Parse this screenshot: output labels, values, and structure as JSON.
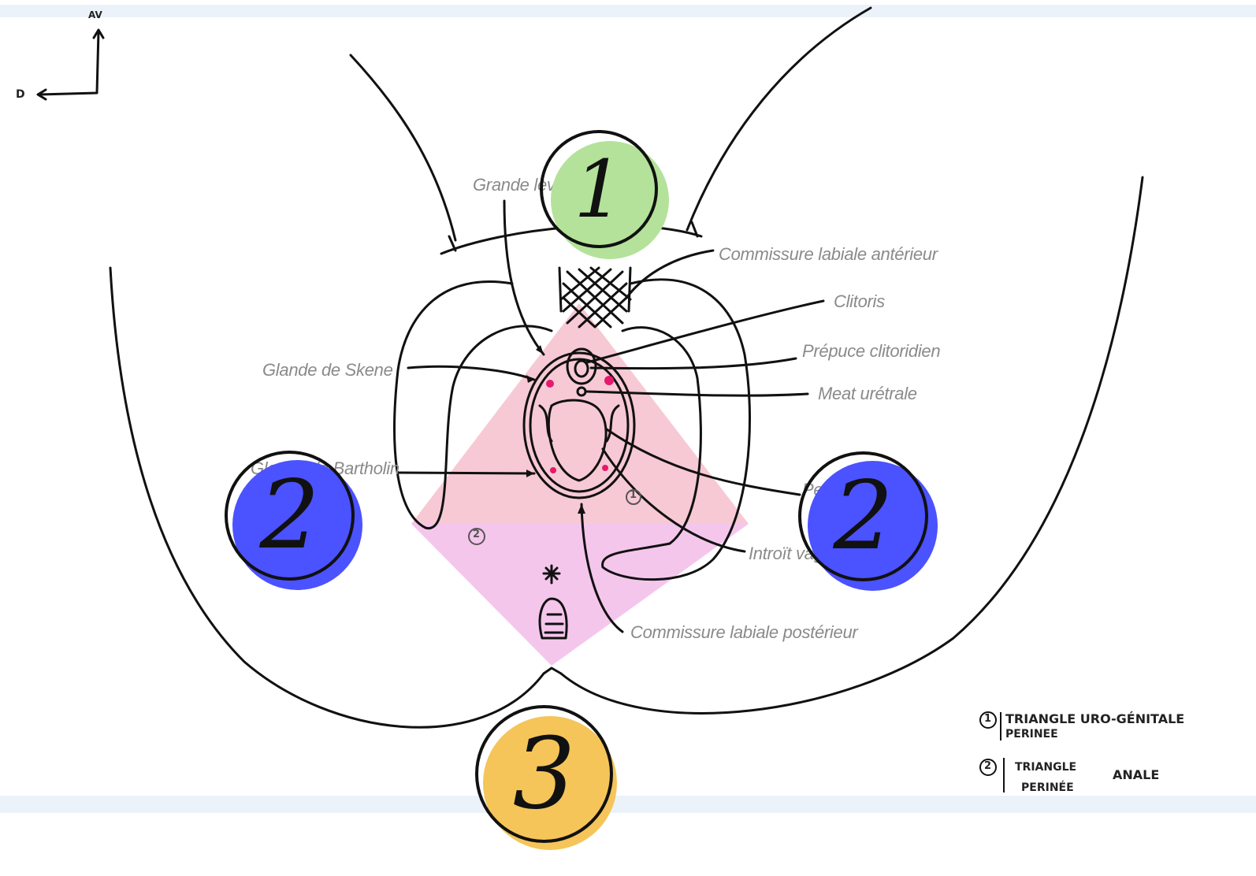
{
  "orientation": {
    "up": "AV",
    "left": "D"
  },
  "labels": {
    "grande": "Grande lèvre",
    "commissure_ant": "Commissure labiale antérieur",
    "clitoris": "Clitoris",
    "prepuce": "Prépuce clitoridien",
    "meat": "Meat urétrale",
    "skene": "Glande de Skene",
    "bartholin": "Glande de Bartholin",
    "petite": "Petite lèvre",
    "introit": "Introït vaginal",
    "commissure_post": "Commissure labiale postérieur"
  },
  "small_marks": {
    "uro": "1",
    "anal": "2"
  },
  "legend": {
    "item1_num": "1",
    "item1_line1": "TRIANGLE URO-GÉNITALE",
    "item1_line2": "PERINEE",
    "item2_num": "2",
    "item2_line1": "TRIANGLE",
    "item2_word": "ANALE",
    "item2_line2": "PERINÉE"
  },
  "badges": {
    "top": {
      "number": "1",
      "color": "#b4e29a"
    },
    "left": {
      "number": "2",
      "color": "#4b52ff"
    },
    "right": {
      "number": "2",
      "color": "#4b52ff"
    },
    "bottom": {
      "number": "3",
      "color": "#f5c55a"
    }
  },
  "colors": {
    "uro_triangle": "#f7c9d4",
    "anal_triangle": "#f5c6ec",
    "line": "#111111",
    "label_text": "#8a8a8a",
    "gland_dot": "#e8186e"
  }
}
